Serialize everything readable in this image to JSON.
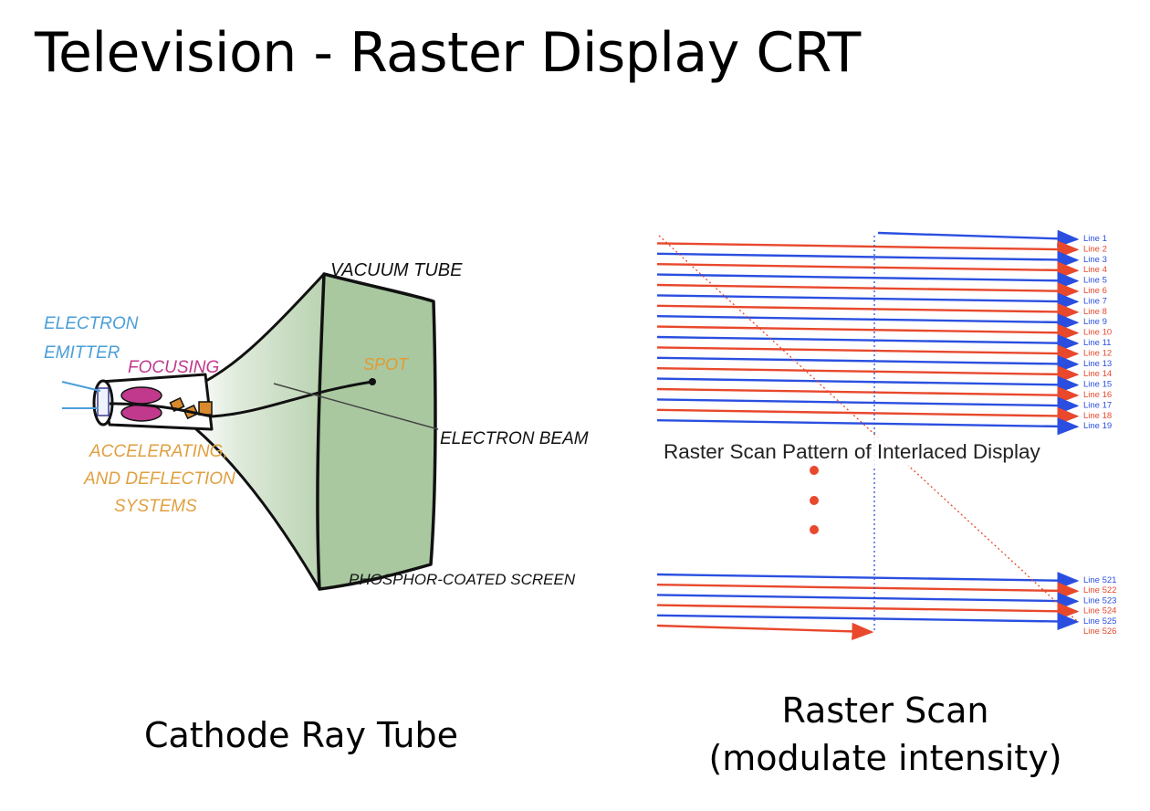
{
  "title": "Television - Raster Display CRT",
  "crt": {
    "caption": "Cathode Ray Tube",
    "labels": {
      "vacuum_tube": "VACUUM TUBE",
      "electron_emitter": [
        "ELECTRON",
        "EMITTER"
      ],
      "focusing": "FOCUSING",
      "spot": "SPOT",
      "electron_beam": "ELECTRON BEAM",
      "accelerating": [
        "ACCELERATING,",
        "AND DEFLECTION",
        "SYSTEMS"
      ],
      "phosphor_screen": "PHOSPHOR-COATED SCREEN"
    },
    "colors": {
      "tube_fill": "#cfe0c6",
      "screen_fill": "#a9c8a0",
      "emitter_label": "#4a9fd8",
      "focusing_label": "#c0398c",
      "accel_label": "#e0a040",
      "spot_label": "#e39a32"
    }
  },
  "raster": {
    "caption": [
      "Raster Scan",
      "(modulate intensity)"
    ],
    "pattern_label": "Raster Scan Pattern of Interlaced Display",
    "top_lines": [
      "Line 1",
      "Line 2",
      "Line 3",
      "Line 4",
      "Line 5",
      "Line 6",
      "Line 7",
      "Line 8",
      "Line 9",
      "Line 10",
      "Line 11",
      "Line 12",
      "Line 13",
      "Line 14",
      "Line 15",
      "Line 16",
      "Line 17",
      "Line 18",
      "Line 19"
    ],
    "bottom_lines": [
      "Line 521",
      "Line 522",
      "Line 523",
      "Line 524",
      "Line 525",
      "Line 526"
    ],
    "colors": {
      "odd_field": "#2a4fe0",
      "even_field": "#e8482c",
      "ellipsis_dots": "#e8482c"
    }
  }
}
